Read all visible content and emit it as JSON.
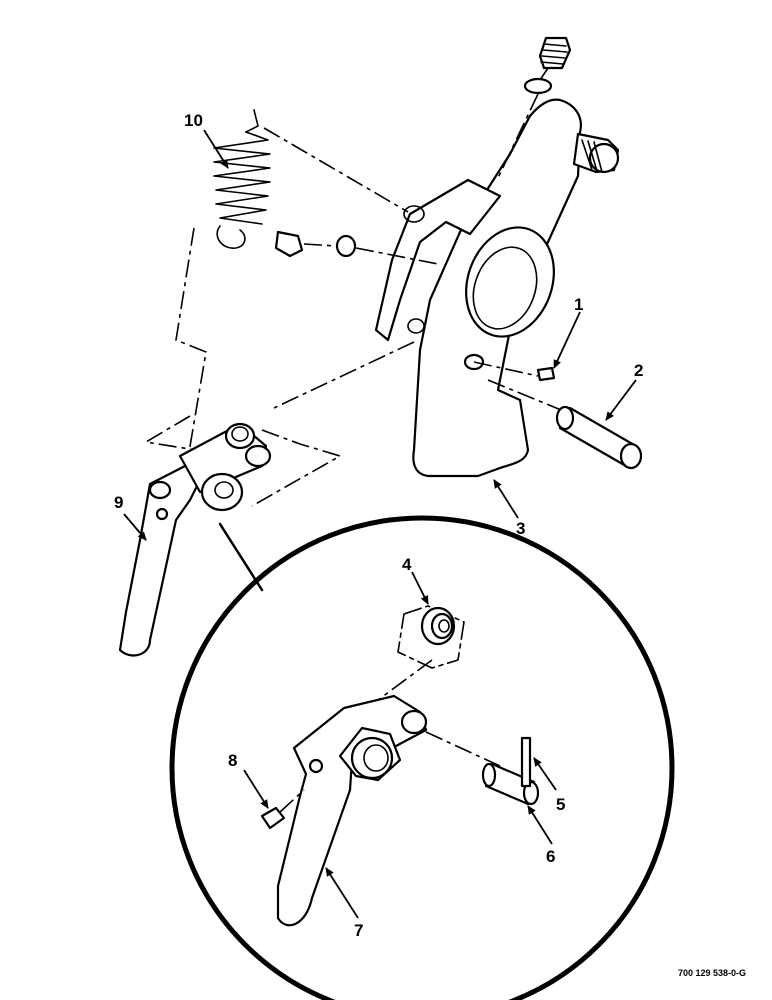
{
  "labels": {
    "c1": "1",
    "c2": "2",
    "c3": "3",
    "c4": "4",
    "c5": "5",
    "c6": "6",
    "c7": "7",
    "c8": "8",
    "c9": "9",
    "c10": "10"
  },
  "drawing_code": "700 129 538-0-G"
}
